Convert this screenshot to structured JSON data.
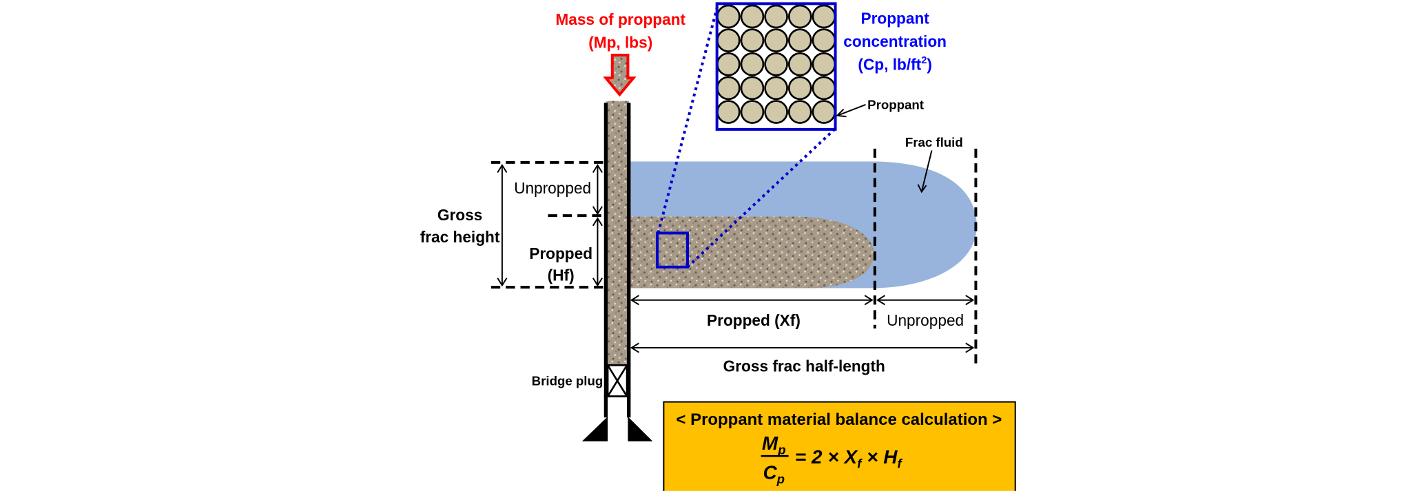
{
  "colors": {
    "mass_label": "#ff0000",
    "concentration_label": "#0000ff",
    "frac_fluid": "#98b4dc",
    "proppant_grain": "#d0c8a8",
    "proppant_fill": "#a89a88",
    "formula_box": "#ffc000",
    "zoom_box": "#0000cc"
  },
  "labels": {
    "mass_line1": "Mass of proppant",
    "mass_line2": "(Mp, lbs)",
    "conc_line1": "Proppant",
    "conc_line2": "concentration",
    "conc_line3_prefix": "(Cp, lb/ft",
    "conc_line3_sup": "2",
    "conc_line3_suffix": ")",
    "proppant": "Proppant",
    "frac_fluid": "Frac fluid",
    "gross_line1": "Gross",
    "gross_line2": "frac height",
    "unpropped_height": "Unpropped",
    "propped_line1": "Propped",
    "propped_line2": "(Hf)",
    "propped_xf": "Propped (Xf)",
    "unpropped_length": "Unpropped",
    "gross_half_length": "Gross frac half-length",
    "bridge_plug": "Bridge plug"
  },
  "formula": {
    "title": "< Proppant material balance calculation >",
    "num": "M",
    "num_sub": "p",
    "den": "C",
    "den_sub": "p",
    "rhs_part1": "= 2 × X",
    "rhs_sub1": "f",
    "rhs_part2": " × H",
    "rhs_sub2": "f"
  },
  "icons": {
    "down_arrow": "down-arrow-icon",
    "bridge_plug": "bridge-plug-icon",
    "proppant_grain": "proppant-grain-icon"
  }
}
